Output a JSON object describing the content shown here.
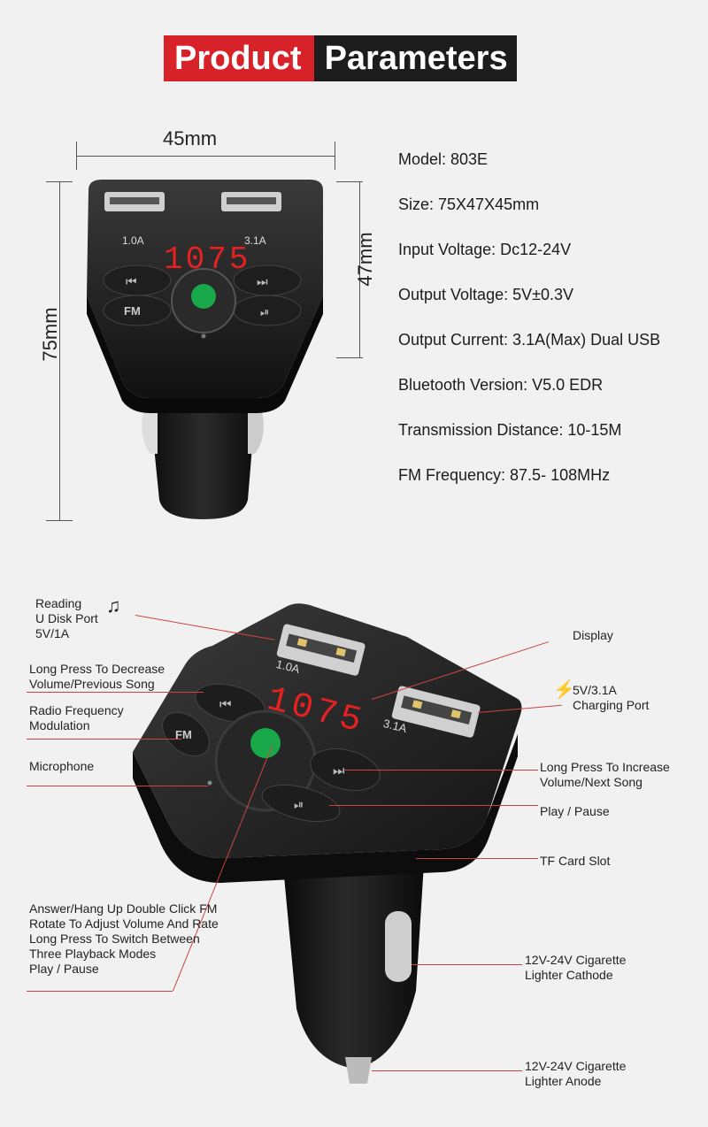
{
  "banner": {
    "word1": "Product",
    "word2": "Parameters",
    "red": "#d8222a",
    "dark": "#1c1c1c"
  },
  "dimensions": {
    "width": "45mm",
    "length": "75mm",
    "depth": "47mm"
  },
  "specs": [
    "Model: 803E",
    "Size: 75X47X45mm",
    "Input Voltage: Dc12-24V",
    "Output Voltage: 5V±0.3V",
    "Output Current: 3.1A(Max) Dual USB",
    "Bluetooth Version: V5.0 EDR",
    "Transmission Distance: 10-15M",
    "FM Frequency: 87.5- 108MHz"
  ],
  "device": {
    "display_text": "1075",
    "port1_label": "1.0A",
    "port2_label": "3.1A",
    "port1_label_b": "1.0A",
    "port2_label_b": "3.1A",
    "fm_label": "FM"
  },
  "callouts": {
    "reading": [
      "Reading",
      "U Disk Port",
      "5V/1A"
    ],
    "decrease": [
      "Long Press To Decrease",
      "Volume/Previous Song"
    ],
    "radio": [
      "Radio Frequency",
      "Modulation"
    ],
    "microphone": "Microphone",
    "answer": [
      "Answer/Hang Up Double Click FM",
      "Rotate To Adjust Volume And Rate",
      "Long Press To Switch Between",
      "Three Playback Modes",
      "Play / Pause"
    ],
    "display": "Display",
    "charging": [
      "5V/3.1A",
      "Charging Port"
    ],
    "increase": [
      "Long Press To Increase",
      "Volume/Next Song"
    ],
    "playpause": "Play / Pause",
    "tfcard": "TF Card Slot",
    "cathode": [
      "12V-24V Cigarette",
      "Lighter Cathode"
    ],
    "anode": [
      "12V-24V Cigarette",
      "Lighter Anode"
    ]
  }
}
